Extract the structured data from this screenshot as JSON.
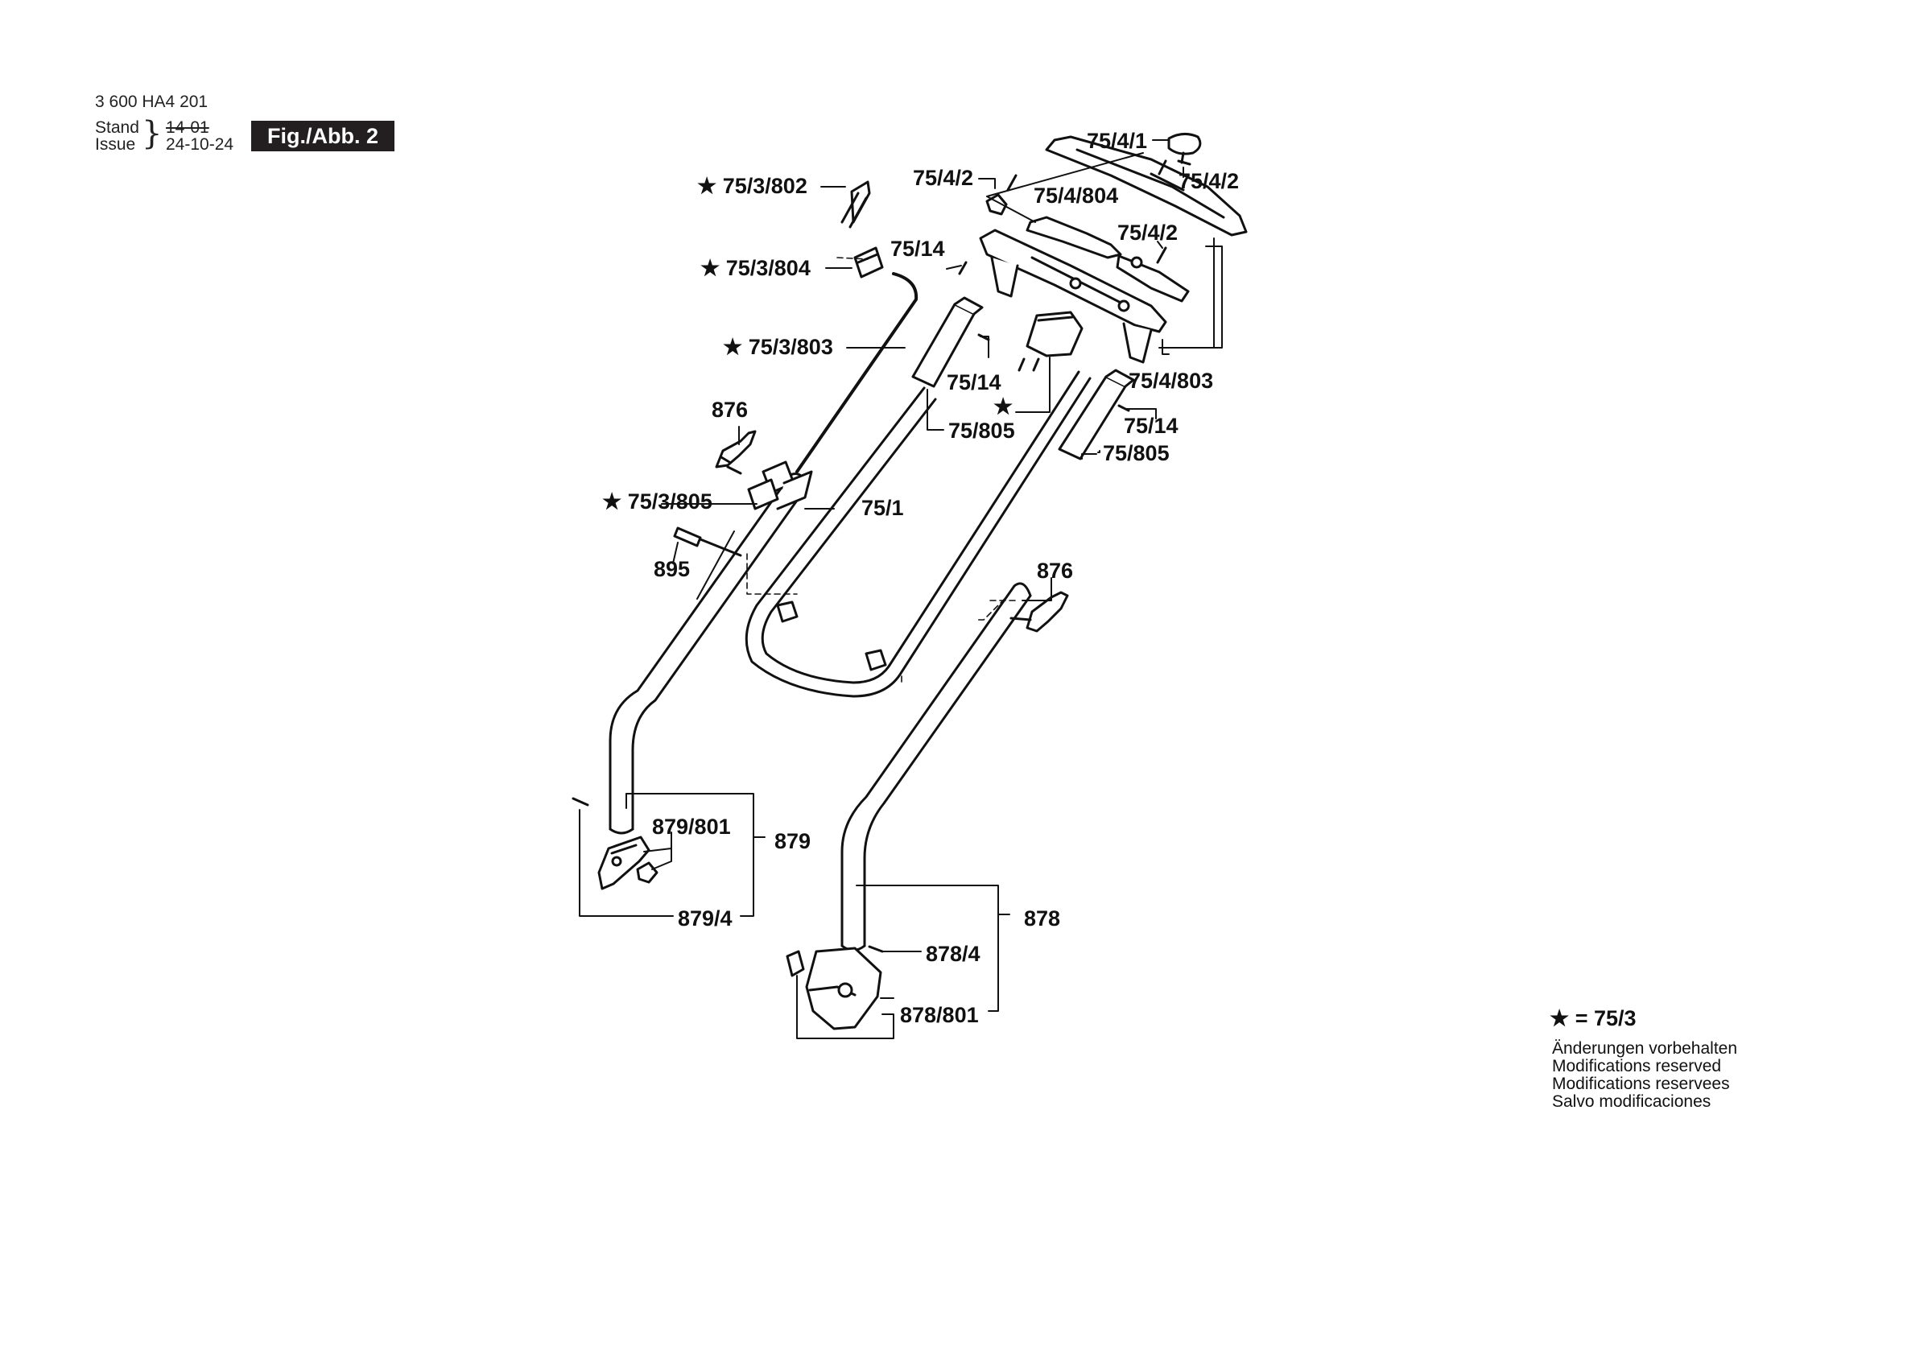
{
  "header": {
    "doc_number": "3 600 HA4 201",
    "stand_label": "Stand",
    "issue_label": "Issue",
    "old_date": "14-01",
    "issue_date": "24-10-24",
    "figure_label": "Fig./Abb. 2"
  },
  "parts": {
    "p_75_3_802": "75/3/802",
    "p_75_3_804": "75/3/804",
    "p_75_3_803": "75/3/803",
    "p_75_3_805": "75/3/805",
    "p_876_left": "876",
    "p_876_right": "876",
    "p_895": "895",
    "p_75_1": "75/1",
    "p_75_4_1": "75/4/1",
    "p_75_4_2_a": "75/4/2",
    "p_75_4_2_b": "75/4/2",
    "p_75_4_2_c": "75/4/2",
    "p_75_4_804": "75/4/804",
    "p_75_14_a": "75/14",
    "p_75_14_b": "75/14",
    "p_75_14_c": "75/14",
    "p_75_4_803": "75/4/803",
    "p_75_805_a": "75/805",
    "p_75_805_b": "75/805",
    "p_879_801": "879/801",
    "p_879": "879",
    "p_879_4": "879/4",
    "p_878": "878",
    "p_878_4": "878/4",
    "p_878_801": "878/801",
    "star": "★"
  },
  "legend": {
    "star_key": "★ = 75/3",
    "notes": [
      "Änderungen vorbehalten",
      "Modifications reserved",
      "Modifications reservees",
      "Salvo modificaciones"
    ]
  }
}
